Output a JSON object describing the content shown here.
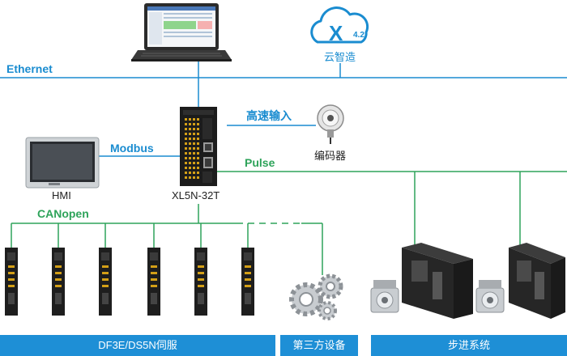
{
  "labels": {
    "ethernet": "Ethernet",
    "modbus": "Modbus",
    "high_speed_input": "高速输入",
    "encoder": "编码器",
    "pulse": "Pulse",
    "hmi": "HMI",
    "plc_model": "XL5N-32T",
    "canopen": "CANopen",
    "cloud_name": "云智造",
    "cloud_version": "4.2"
  },
  "bottom": {
    "servo": "DF3E/DS5N伺服",
    "third_party": "第三方设备",
    "stepper": "步进系统"
  },
  "colors": {
    "bus_blue": "#1a8cd0",
    "pulse_green": "#2ea35a",
    "bar_blue": "#1e8fd6"
  }
}
